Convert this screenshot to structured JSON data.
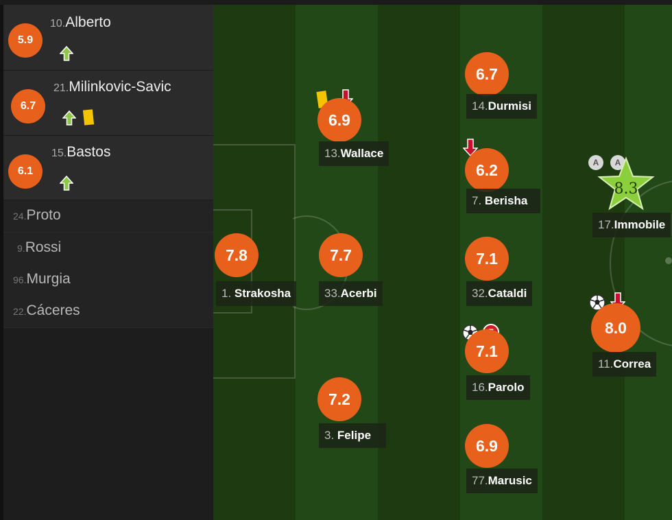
{
  "substitutes_in": [
    {
      "num": "10.",
      "name": "Alberto",
      "rating": "5.9"
    },
    {
      "num": "21.",
      "name": "Milinkovic-Savic",
      "rating": "6.7"
    },
    {
      "num": "15.",
      "name": "Bastos",
      "rating": "6.1"
    }
  ],
  "bench": [
    {
      "num": "24.",
      "name": "Proto"
    },
    {
      "num": "9.",
      "name": "Rossi"
    },
    {
      "num": "96.",
      "name": "Murgia"
    },
    {
      "num": "22.",
      "name": "Cáceres"
    }
  ],
  "players": {
    "strakosha": {
      "num": "1.",
      "name": "Strakosha",
      "rating": "7.8"
    },
    "acerbi": {
      "num": "33.",
      "name": "Acerbi",
      "rating": "7.7"
    },
    "wallace": {
      "num": "13.",
      "name": "Wallace",
      "rating": "6.9"
    },
    "felipe": {
      "num": "3.",
      "name": "Felipe",
      "rating": "7.2"
    },
    "durmisi": {
      "num": "14.",
      "name": "Durmisi",
      "rating": "6.7"
    },
    "berisha": {
      "num": "7.",
      "name": "Berisha",
      "rating": "6.2"
    },
    "cataldi": {
      "num": "32.",
      "name": "Cataldi",
      "rating": "7.1"
    },
    "parolo": {
      "num": "16.",
      "name": "Parolo",
      "rating": "7.1"
    },
    "marusic": {
      "num": "77.",
      "name": "Marusic",
      "rating": "6.9"
    },
    "immobile": {
      "num": "17.",
      "name": "Immobile",
      "rating": "8.3"
    },
    "correa": {
      "num": "11.",
      "name": "Correa",
      "rating": "8.0"
    }
  },
  "badges": {
    "assist": "A",
    "error": "E"
  },
  "colors": {
    "rating": "#e8611c",
    "sub_in": "#8fc74a",
    "sub_out": "#c8102e",
    "yellow_card": "#f5c400",
    "man_of_match": "#8ccf3c"
  }
}
